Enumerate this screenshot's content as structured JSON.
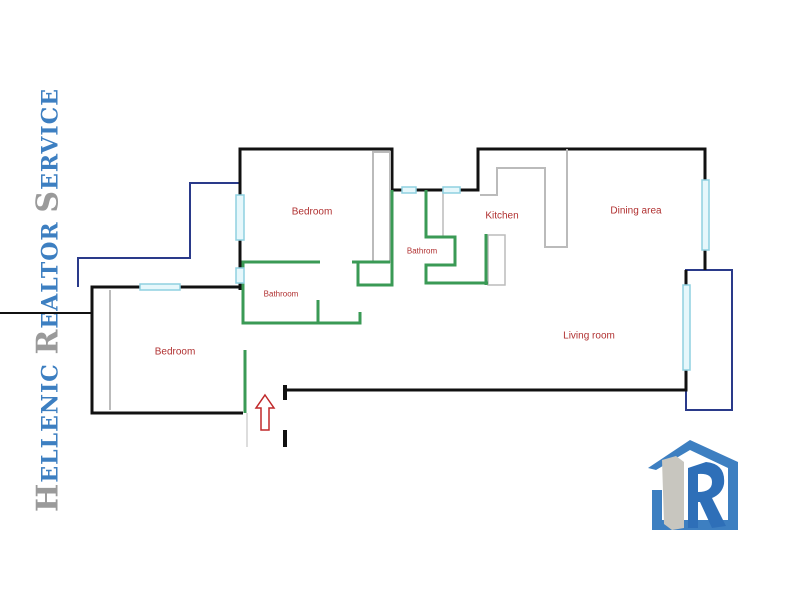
{
  "brand": {
    "words": [
      {
        "cap": "H",
        "rest": "ELLENIC"
      },
      {
        "cap": "R",
        "rest": "EALTOR"
      },
      {
        "cap": "S",
        "rest": "ERVICE"
      }
    ],
    "logo_text": "HELLENIC REALTOR SERVICE"
  },
  "rooms": {
    "bedroom_left": "Bedroom",
    "bedroom_top": "Bedroom",
    "bathroom_1": "Bathroom",
    "bathroom_2": "Bathrom",
    "kitchen": "Kitchen",
    "dining": "Dining area",
    "living": "Living room"
  },
  "colors": {
    "wall": "#111111",
    "partition": "#3a9a55",
    "exterior_blue": "#2a3a8a",
    "window": "#bfe8f2",
    "label": "#b03030",
    "brand_blue": "#3d7fc1",
    "brand_grey": "#9a9a9a",
    "entry_arrow": "#c0282a"
  }
}
